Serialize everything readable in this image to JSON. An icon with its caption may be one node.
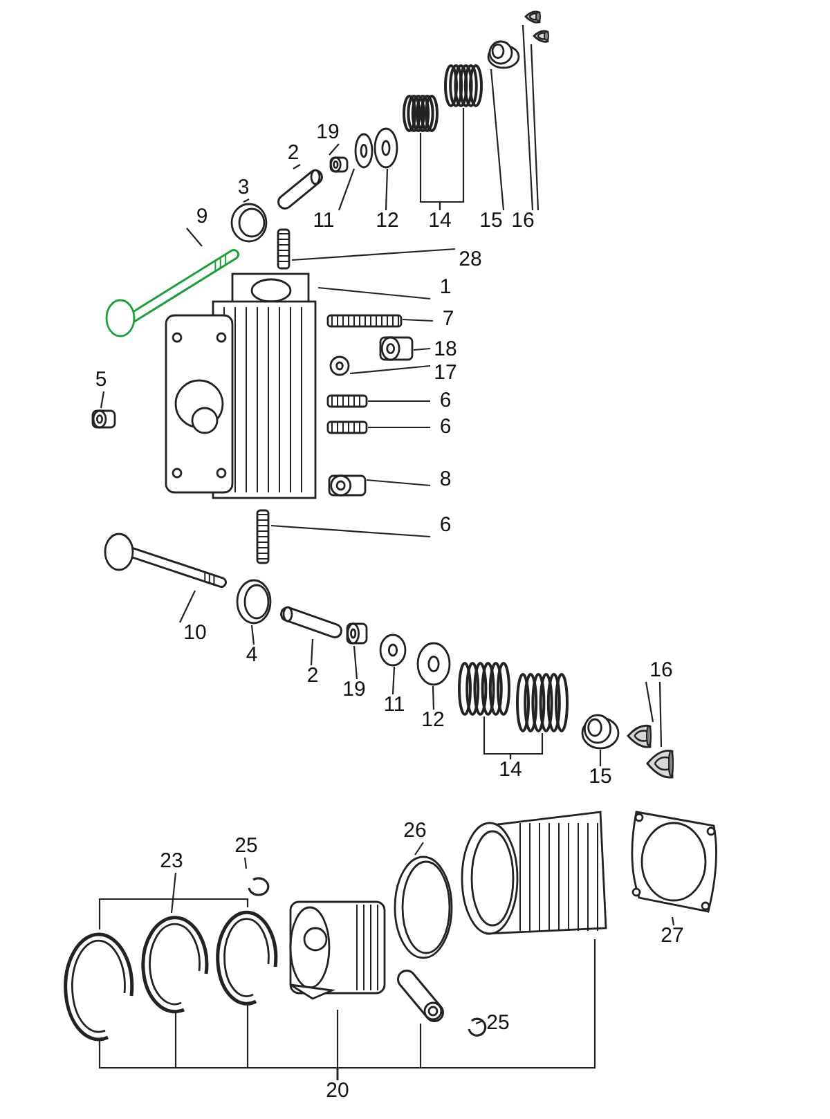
{
  "diagram": {
    "nodes": [
      {
        "text": [
          "19"
        ]
      },
      {
        "text": [],
        "shape": "picture"
      },
      {
        "text": [
          "2"
        ]
      },
      {
        "text": [],
        "shape": "picture"
      },
      {
        "text": [
          "3"
        ]
      },
      {
        "text": [],
        "shape": "picture"
      },
      {
        "text": [
          "9"
        ]
      },
      {
        "text": [],
        "shape": "picture"
      },
      {
        "text": [
          "11"
        ]
      },
      {
        "text": [],
        "shape": "picture"
      },
      {
        "text": [
          "12"
        ]
      },
      {
        "text": [],
        "shape": "picture"
      },
      {
        "text": [
          "14"
        ]
      },
      {
        "text": [],
        "shape": "picture"
      },
      {
        "text": [],
        "shape": "picture"
      },
      {
        "text": [
          "15"
        ]
      },
      {
        "text": [],
        "shape": "picture"
      },
      {
        "text": [
          "16"
        ]
      },
      {
        "text": [],
        "shape": "picture"
      },
      {
        "text": [],
        "shape": "picture"
      },
      {
        "text": [
          "28"
        ]
      },
      {
        "text": [],
        "shape": "picture"
      },
      {
        "text": [
          "1"
        ]
      },
      {
        "text": [],
        "shape": "picture"
      },
      {
        "text": [
          "7"
        ]
      },
      {
        "text": [],
        "shape": "picture"
      },
      {
        "text": [
          "18"
        ]
      },
      {
        "text": [],
        "shape": "picture"
      },
      {
        "text": [
          "17"
        ]
      },
      {
        "text": [],
        "shape": "picture"
      },
      {
        "text": [
          "6"
        ]
      },
      {
        "text": [],
        "shape": "picture"
      },
      {
        "text": [
          "6"
        ]
      },
      {
        "text": [],
        "shape": "picture"
      },
      {
        "text": [
          "5"
        ]
      },
      {
        "text": [],
        "shape": "picture"
      },
      {
        "text": [
          "8"
        ]
      },
      {
        "text": [],
        "shape": "picture"
      },
      {
        "text": [
          "6"
        ]
      },
      {
        "text": [],
        "shape": "picture"
      },
      {
        "text": [
          "16"
        ]
      },
      {
        "text": [
          "10"
        ]
      },
      {
        "text": [],
        "shape": "picture"
      },
      {
        "text": [
          "4"
        ]
      },
      {
        "text": [],
        "shape": "picture"
      },
      {
        "text": [
          "2"
        ]
      },
      {
        "text": [],
        "shape": "picture"
      },
      {
        "text": [
          "19"
        ]
      },
      {
        "text": [],
        "shape": "picture"
      },
      {
        "text": [
          "11"
        ]
      },
      {
        "text": [],
        "shape": "picture"
      },
      {
        "text": [
          "12"
        ]
      },
      {
        "text": [],
        "shape": "picture"
      },
      {
        "text": [
          "14"
        ]
      },
      {
        "text": [],
        "shape": "picture"
      },
      {
        "text": [],
        "shape": "picture"
      },
      {
        "text": [
          "15"
        ]
      },
      {
        "text": [],
        "shape": "picture"
      },
      {
        "text": [],
        "shape": "picture"
      },
      {
        "text": [],
        "shape": "picture"
      },
      {
        "text": [
          "26"
        ]
      },
      {
        "text": [
          "25"
        ]
      },
      {
        "text": [
          "23"
        ]
      },
      {
        "text": [
          "27"
        ]
      },
      {
        "text": [],
        "shape": "picture"
      },
      {
        "text": [],
        "shape": "picture"
      },
      {
        "text": [],
        "shape": "picture"
      },
      {
        "text": [],
        "shape": "picture"
      },
      {
        "text": [],
        "shape": "picture"
      },
      {
        "text": [],
        "shape": "picture"
      },
      {
        "text": [],
        "shape": "picture"
      },
      {
        "text": [],
        "shape": "picture"
      },
      {
        "text": [],
        "shape": "picture"
      },
      {
        "text": [],
        "shape": "picture"
      },
      {
        "text": [
          "25"
        ]
      },
      {
        "text": [
          "20"
        ]
      }
    ],
    "edges": [
      {
        "from": 0,
        "to": 1,
        "arrow": "none"
      },
      {
        "from": 2,
        "to": 3,
        "arrow": "none"
      },
      {
        "from": 4,
        "to": 5,
        "arrow": "none"
      },
      {
        "from": 6,
        "to": 7,
        "arrow": "none"
      },
      {
        "from": 8,
        "to": 9,
        "arrow": "none"
      },
      {
        "from": 10,
        "to": 11,
        "arrow": "none"
      },
      {
        "from": 12,
        "to": 13,
        "arrow": "none"
      },
      {
        "from": 12,
        "to": 14,
        "arrow": "none"
      },
      {
        "from": 15,
        "to": 16,
        "arrow": "none"
      },
      {
        "from": 17,
        "to": 18,
        "arrow": "none"
      },
      {
        "from": 17,
        "to": 19,
        "arrow": "none"
      },
      {
        "from": 20,
        "to": 21,
        "arrow": "none"
      },
      {
        "from": 22,
        "to": 23,
        "arrow": "none"
      },
      {
        "from": 24,
        "to": 25,
        "arrow": "none"
      },
      {
        "from": 26,
        "to": 27,
        "arrow": "none"
      },
      {
        "from": 28,
        "to": 29,
        "arrow": "none"
      },
      {
        "from": 30,
        "to": 31,
        "arrow": "none"
      },
      {
        "from": 32,
        "to": 33,
        "arrow": "none"
      },
      {
        "from": 34,
        "to": 35,
        "arrow": "none"
      },
      {
        "from": 36,
        "to": 37,
        "arrow": "none"
      },
      {
        "from": 38,
        "to": 39,
        "arrow": "none"
      },
      {
        "from": 41,
        "to": 42,
        "arrow": "none"
      },
      {
        "from": 43,
        "to": 44,
        "arrow": "none"
      },
      {
        "from": 45,
        "to": 46,
        "arrow": "none"
      },
      {
        "from": 47,
        "to": 48,
        "arrow": "none"
      },
      {
        "from": 49,
        "to": 50,
        "arrow": "none"
      },
      {
        "from": 51,
        "to": 52,
        "arrow": "none"
      },
      {
        "from": 53,
        "to": 54,
        "arrow": "none"
      },
      {
        "from": 53,
        "to": 55,
        "arrow": "none"
      },
      {
        "from": 56,
        "to": 57,
        "arrow": "none"
      },
      {
        "from": 40,
        "to": 58,
        "arrow": "none"
      },
      {
        "from": 40,
        "to": 59,
        "arrow": "none"
      },
      {
        "from": 60,
        "to": 69,
        "arrow": "none"
      },
      {
        "from": 61,
        "to": 67,
        "arrow": "none"
      },
      {
        "from": 62,
        "to": 65,
        "arrow": "none"
      },
      {
        "from": 64,
        "to": 66,
        "arrow": "none"
      },
      {
        "from": 63,
        "to": 71,
        "arrow": "none"
      },
      {
        "from": 74,
        "to": 73,
        "arrow": "none"
      },
      {
        "from": 75,
        "to": 64,
        "arrow": "none"
      },
      {
        "from": 75,
        "to": 65,
        "arrow": "none"
      },
      {
        "from": 75,
        "to": 66,
        "arrow": "none"
      },
      {
        "from": 75,
        "to": 68,
        "arrow": "none"
      },
      {
        "from": 75,
        "to": 72,
        "arrow": "none"
      },
      {
        "from": 75,
        "to": 70,
        "arrow": "none"
      }
    ]
  }
}
